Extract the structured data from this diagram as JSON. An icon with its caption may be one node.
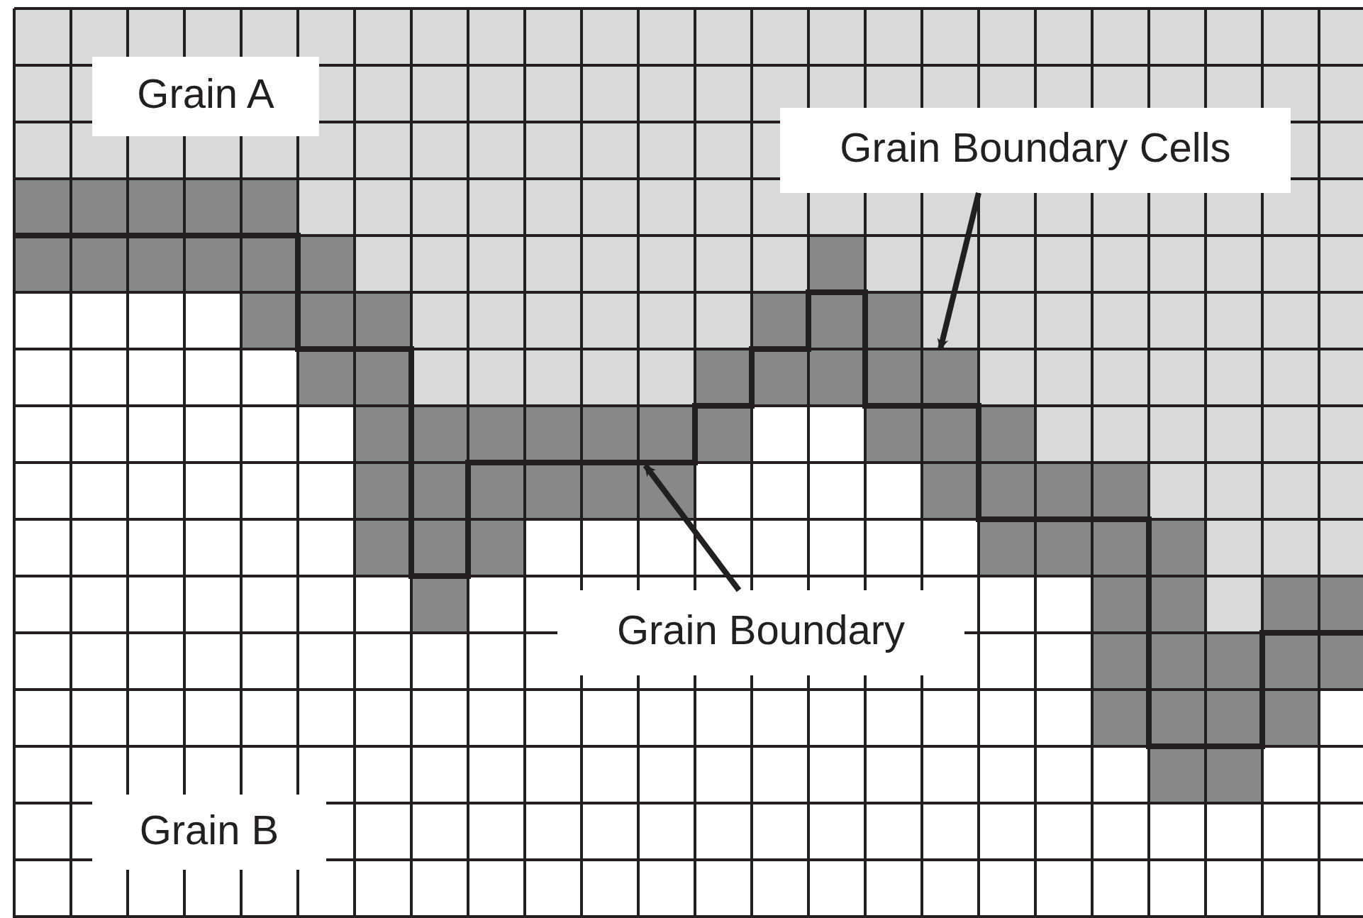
{
  "diagram": {
    "nodes": [
      {
        "text": [
          "Grain A"
        ]
      },
      {
        "text": [
          "Grain Boundary Cells"
        ]
      },
      {
        "text": [
          "Grain Boundary"
        ]
      },
      {
        "text": [
          "Grain B"
        ]
      }
    ],
    "edges": [
      {
        "from": 1,
        "to": null,
        "arrow": "to"
      },
      {
        "from": 2,
        "to": null,
        "arrow": "to"
      }
    ]
  }
}
